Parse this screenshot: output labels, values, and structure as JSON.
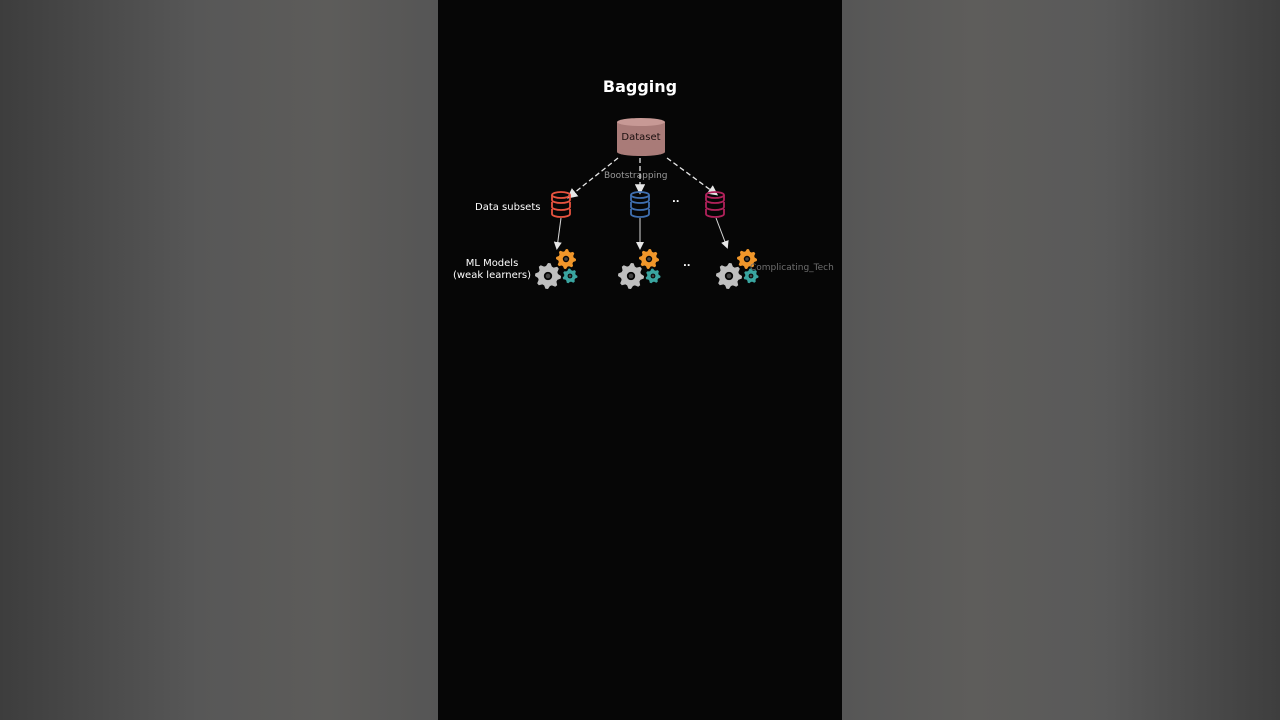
{
  "diagram": {
    "title": "Bagging",
    "root_label": "Dataset",
    "edge_label": "Bootstrapping",
    "row_labels": {
      "subsets": "Data subsets",
      "models_line1": "ML Models",
      "models_line2": "(weak learners)"
    },
    "ellipsis": "..",
    "watermark": "Complicating_Tech",
    "subset_colors": [
      "#e8533f",
      "#3f6fb0",
      "#b0215a"
    ],
    "gear_colors": {
      "large": "#bfbfbf",
      "top": "#f0962a",
      "small": "#3aa5a0"
    },
    "icons": [
      "database-icon",
      "gear-icon"
    ]
  }
}
